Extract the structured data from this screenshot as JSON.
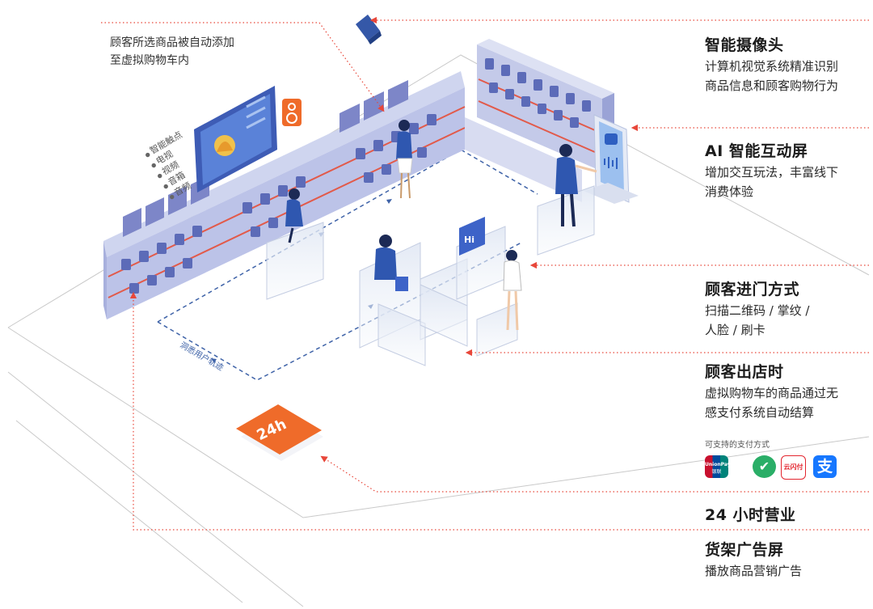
{
  "annotation_top_left": {
    "line1": "顾客所选商品被自动添加",
    "line2": "至虚拟购物车内"
  },
  "device_list": [
    "智能触点",
    "电视",
    "视频",
    "音箱",
    "音频"
  ],
  "path_label": "洞悉用户轨迹",
  "hours_badge": "24h",
  "ai_screen_label": "Hi",
  "features": {
    "camera": {
      "title": "智能摄像头",
      "line1": "计算机视觉系统精准识别",
      "line2": "商品信息和顾客购物行为"
    },
    "ai_screen": {
      "title": "AI 智能互动屏",
      "line1": "增加交互玩法，丰富线下",
      "line2": "消费体验"
    },
    "entry": {
      "title": "顾客进门方式",
      "line1": "扫描二维码 / 掌纹 /",
      "line2": "人脸 / 刷卡"
    },
    "exit": {
      "title": "顾客出店时",
      "line1": "虚拟购物车的商品通过无",
      "line2": "感支付系统自动结算"
    },
    "payment_label": "可支持的支付方式",
    "hours": {
      "title": "24 小时营业"
    },
    "shelf_ad": {
      "title": "货架广告屏",
      "line1": "播放商品营销广告"
    }
  },
  "payment_methods": [
    {
      "name": "unionpay-icon",
      "label": "UnionPay",
      "sublabel": "银联",
      "color": "#c8102e"
    },
    {
      "name": "wechat-pay-icon",
      "label": "✔",
      "color": "#2aae67"
    },
    {
      "name": "cloud-quickpass-icon",
      "label": "云闪付",
      "color": "#e3262f"
    },
    {
      "name": "alipay-icon",
      "label": "支",
      "color": "#1677ff"
    }
  ],
  "colors": {
    "accent": "#e8473a",
    "shelf": "#b9c0e4",
    "shelf_dark": "#8f98d0",
    "dash": "#3f63a8",
    "badge": "#ef6b2a"
  }
}
